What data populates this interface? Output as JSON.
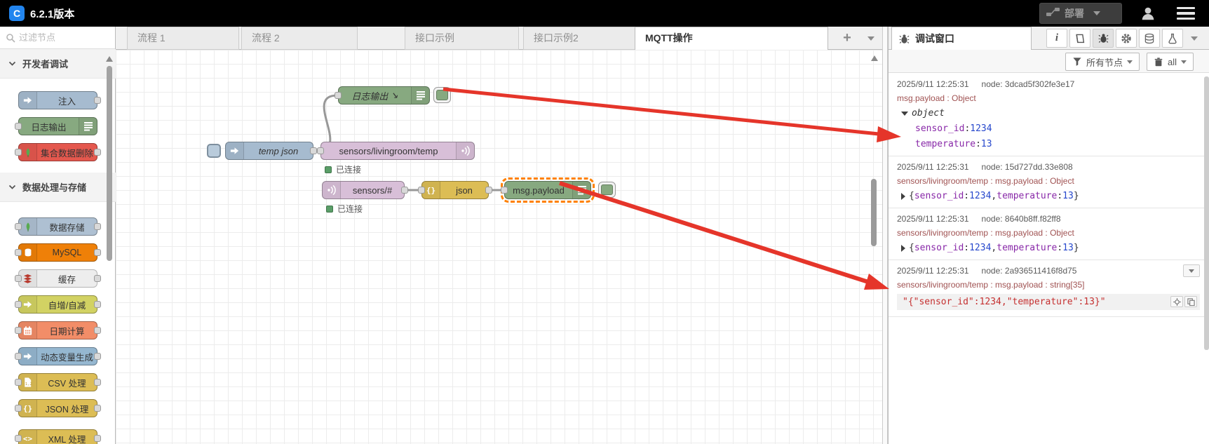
{
  "header": {
    "version": "6.2.1版本",
    "deploy_label": "部署"
  },
  "colors": {
    "selection": "#ff8000",
    "arrow": "#e5352a",
    "wire": "#989898",
    "connected": "#5a9e68"
  },
  "palette": {
    "search_placeholder": "过滤节点",
    "categories": [
      {
        "label": "开发者调试"
      },
      {
        "label": "数据处理与存储"
      }
    ],
    "nodes": [
      {
        "label": "注入",
        "color": "#a6bbcf"
      },
      {
        "label": "日志输出",
        "color": "#87a980"
      },
      {
        "label": "集合数据删除",
        "color": "#e4584e"
      },
      {
        "label": "数据存储",
        "color": "#aec0d2"
      },
      {
        "label": "MySQL",
        "color": "#ef8008"
      },
      {
        "label": "缓存",
        "color": "#ededed"
      },
      {
        "label": "自增/自减",
        "color": "#d2d263"
      },
      {
        "label": "日期计算",
        "color": "#f28d68"
      },
      {
        "label": "动态变量生成",
        "color": "#95b7d0"
      },
      {
        "label": "CSV 处理",
        "color": "#dcbd55"
      },
      {
        "label": "JSON 处理",
        "color": "#dcbd55"
      },
      {
        "label": "XML 处理",
        "color": "#dcbd55"
      }
    ],
    "icon_glyphs": {
      "json": "{}",
      "xml": "<>",
      "csv": "1,2"
    }
  },
  "tabs": {
    "items": [
      {
        "label": "流程 1"
      },
      {
        "label": "流程 2"
      },
      {
        "label": "接口示例"
      },
      {
        "label": "接口示例2"
      },
      {
        "label": "MQTT操作"
      }
    ],
    "add": "+"
  },
  "flow": {
    "log_node": {
      "label": "日志输出",
      "suffix": "↘"
    },
    "inject_node": {
      "label": "temp json"
    },
    "mqtt_out_node": {
      "label": "sensors/livingroom/temp"
    },
    "mqtt_in_node": {
      "label": "sensors/#"
    },
    "json_node": {
      "label": "json"
    },
    "debug_node": {
      "label": "msg.payload"
    },
    "status_connected": "已连接"
  },
  "debug": {
    "title": "调试窗口",
    "info_glyph": "i",
    "filter_label": "所有节点",
    "clear_label": "all",
    "messages": [
      {
        "time": "2025/9/11 12:25:31",
        "node": "node: 3dcad5f302fe3e17",
        "meta": "msg.payload : Object",
        "root": "object",
        "entries": [
          {
            "k": "sensor_id",
            "sep": ": ",
            "v": "1234"
          },
          {
            "k": "temperature",
            "sep": ": ",
            "v": "13"
          }
        ]
      },
      {
        "time": "2025/9/11 12:25:31",
        "node": "node: 15d727dd.33e808",
        "meta": "sensors/livingroom/temp : msg.payload : Object",
        "segs": [
          "{ ",
          "sensor_id",
          ": ",
          "1234",
          ", ",
          "temperature",
          ": ",
          "13",
          " }"
        ]
      },
      {
        "time": "2025/9/11 12:25:31",
        "node": "node: 8640b8ff.f82ff8",
        "meta": "sensors/livingroom/temp : msg.payload : Object",
        "segs": [
          "{ ",
          "sensor_id",
          ": ",
          "1234",
          ", ",
          "temperature",
          ": ",
          "13",
          " }"
        ]
      },
      {
        "time": "2025/9/11 12:25:31",
        "node": "node: 2a936511416f8d75",
        "meta": "sensors/livingroom/temp : msg.payload : string[35]",
        "value": "\"{\"sensor_id\":1234,\"temperature\":13}\""
      }
    ]
  }
}
